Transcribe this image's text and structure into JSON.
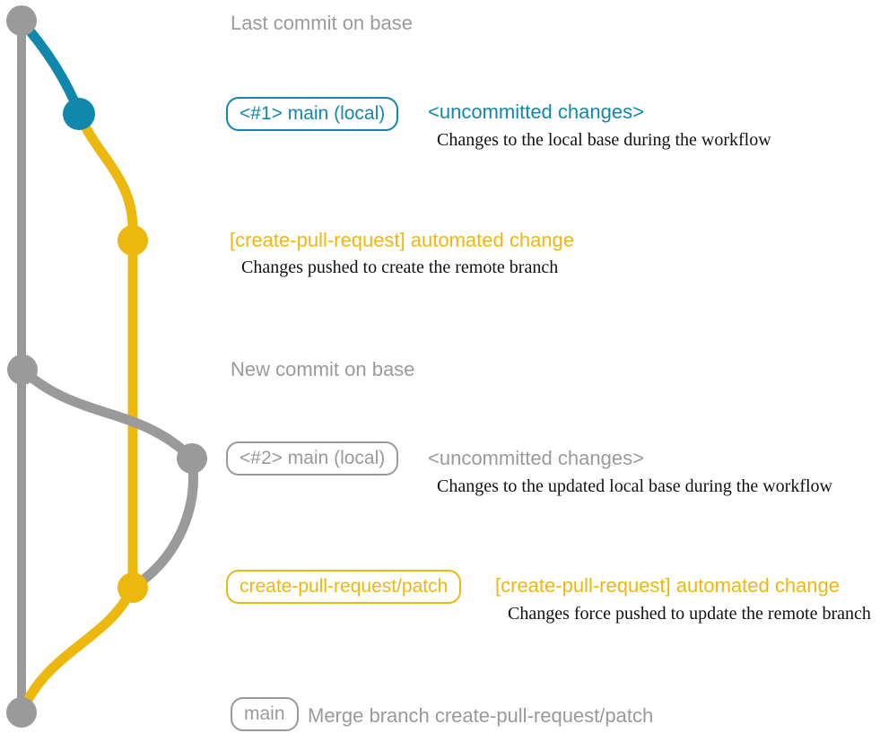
{
  "colors": {
    "teal": "#1287ac",
    "yellow": "#edb80e",
    "gray": "#9a9a9a",
    "ink": "#111111",
    "background": "#ffffff"
  },
  "labels": {
    "heading_top": "Last commit on base",
    "branch1_box": "<#1> main (local)",
    "branch1_status": "<uncommitted changes>",
    "branch1_desc": "Changes to the local base during the workflow",
    "commit1_title": "[create-pull-request] automated change",
    "commit1_desc": "Changes pushed to create the remote branch",
    "heading_mid": "New commit on base",
    "branch2_box": "<#2> main (local)",
    "branch2_status": "<uncommitted changes>",
    "branch2_desc": "Changes to the updated local base during the workflow",
    "patch_branch_box": "create-pull-request/patch",
    "commit2_title": "[create-pull-request] automated change",
    "commit2_desc": "Changes force pushed to update the remote branch",
    "merge_box": "main",
    "merge_desc": "Merge branch create-pull-request/patch"
  }
}
